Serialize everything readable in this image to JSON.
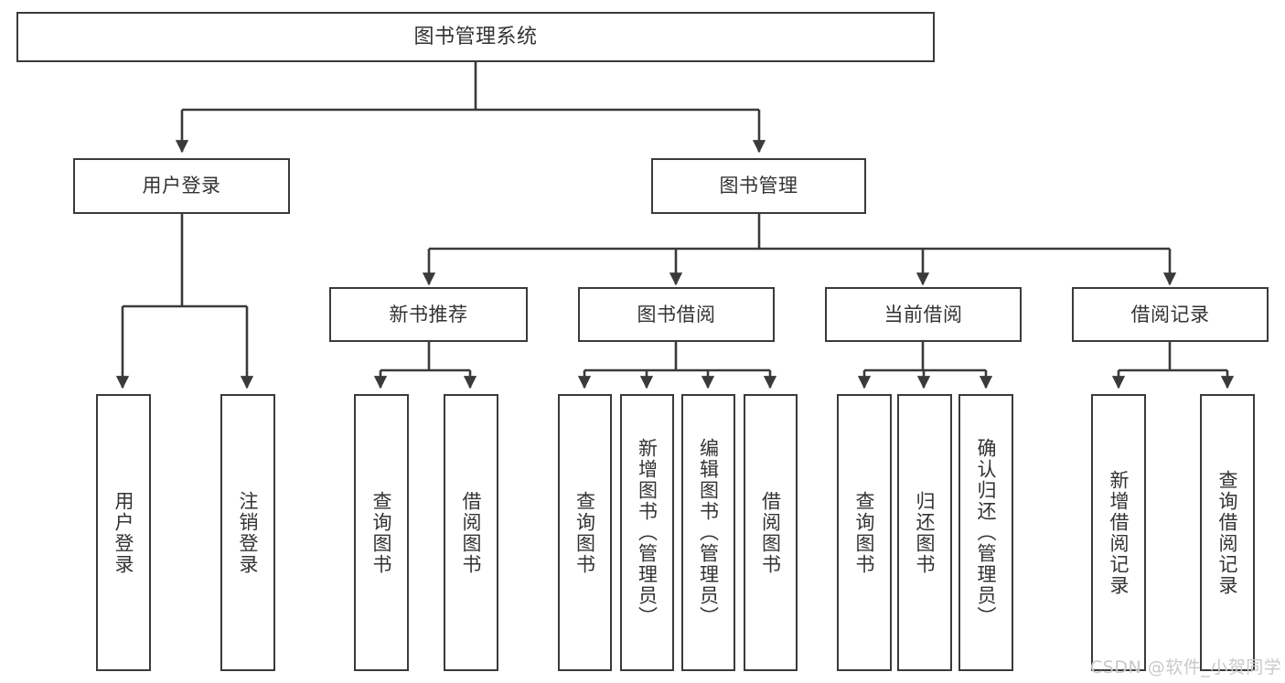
{
  "diagram": {
    "type": "tree-hierarchy",
    "title": "图书管理系统",
    "root": {
      "label": "图书管理系统"
    },
    "level1": [
      {
        "id": "user-login",
        "label": "用户登录"
      },
      {
        "id": "book-management",
        "label": "图书管理"
      }
    ],
    "level2": [
      {
        "id": "new-book-recommend",
        "label": "新书推荐"
      },
      {
        "id": "book-borrow",
        "label": "图书借阅"
      },
      {
        "id": "current-borrow",
        "label": "当前借阅"
      },
      {
        "id": "borrow-record",
        "label": "借阅记录"
      }
    ],
    "leaves": {
      "user_login": [
        {
          "id": "leaf-user-login",
          "label": "用户登录"
        },
        {
          "id": "leaf-logout-login",
          "label": "注销登录"
        }
      ],
      "new_book_recommend": [
        {
          "id": "leaf-query-book-1",
          "label": "查询图书"
        },
        {
          "id": "leaf-borrow-book-1",
          "label": "借阅图书"
        }
      ],
      "book_borrow": [
        {
          "id": "leaf-query-book-2",
          "label": "查询图书"
        },
        {
          "id": "leaf-add-book",
          "label": "新增图书（管理员）"
        },
        {
          "id": "leaf-edit-book",
          "label": "编辑图书（管理员）"
        },
        {
          "id": "leaf-borrow-book-2",
          "label": "借阅图书"
        }
      ],
      "current_borrow": [
        {
          "id": "leaf-query-book-3",
          "label": "查询图书"
        },
        {
          "id": "leaf-return-book",
          "label": "归还图书"
        },
        {
          "id": "leaf-confirm-return",
          "label": "确认归还（管理员）"
        }
      ],
      "borrow_record": [
        {
          "id": "leaf-add-record",
          "label": "新增借阅记录"
        },
        {
          "id": "leaf-query-record",
          "label": "查询借阅记录"
        }
      ]
    }
  },
  "watermark": {
    "text": "CSDN @软件_小贺同学"
  },
  "colors": {
    "background": "#ffffff",
    "box_border": "#3a3a3a",
    "box_fill": "#ffffff",
    "text": "#333333",
    "connector": "#3a3a3a",
    "watermark": "#c9c9c9"
  }
}
